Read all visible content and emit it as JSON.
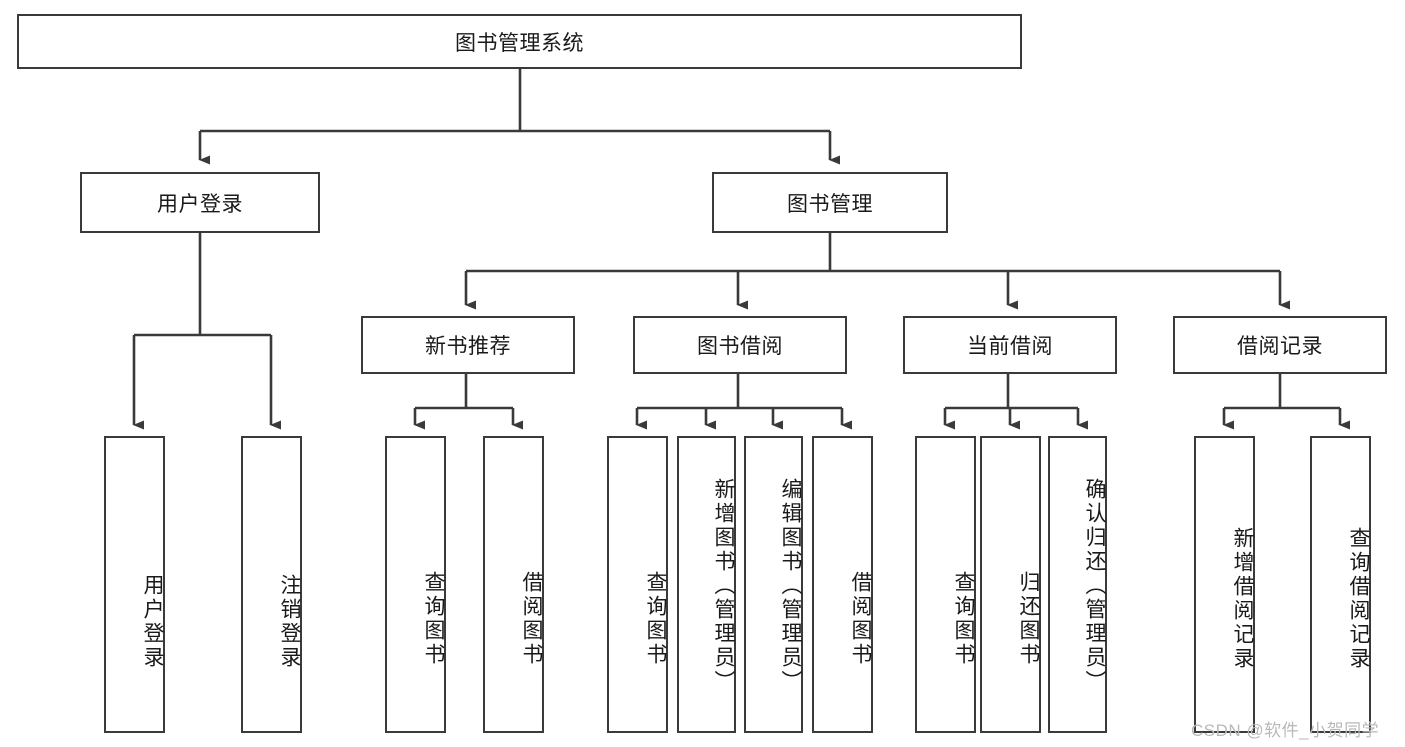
{
  "diagram": {
    "type": "tree-hierarchy",
    "title": "图书管理系统",
    "root": {
      "label": "图书管理系统"
    },
    "level2": [
      {
        "id": "user-login",
        "label": "用户登录"
      },
      {
        "id": "book-management",
        "label": "图书管理"
      }
    ],
    "level3": [
      {
        "id": "new-book-recommend",
        "label": "新书推荐",
        "parent": "book-management"
      },
      {
        "id": "book-borrow",
        "label": "图书借阅",
        "parent": "book-management"
      },
      {
        "id": "current-borrow",
        "label": "当前借阅",
        "parent": "book-management"
      },
      {
        "id": "borrow-record",
        "label": "借阅记录",
        "parent": "book-management"
      }
    ],
    "leaves": [
      {
        "id": "leaf-user-login",
        "label": "用户登录",
        "parent": "user-login"
      },
      {
        "id": "leaf-logout",
        "label": "注销登录",
        "parent": "user-login"
      },
      {
        "id": "leaf-query-book-1",
        "label": "查询图书",
        "parent": "new-book-recommend"
      },
      {
        "id": "leaf-borrow-book-1",
        "label": "借阅图书",
        "parent": "new-book-recommend"
      },
      {
        "id": "leaf-query-book-2",
        "label": "查询图书",
        "parent": "book-borrow"
      },
      {
        "id": "leaf-add-book",
        "label": "新增图书（管理员）",
        "parent": "book-borrow"
      },
      {
        "id": "leaf-edit-book",
        "label": "编辑图书（管理员）",
        "parent": "book-borrow"
      },
      {
        "id": "leaf-borrow-book-2",
        "label": "借阅图书",
        "parent": "book-borrow"
      },
      {
        "id": "leaf-query-book-3",
        "label": "查询图书",
        "parent": "current-borrow"
      },
      {
        "id": "leaf-return-book",
        "label": "归还图书",
        "parent": "current-borrow"
      },
      {
        "id": "leaf-confirm-return",
        "label": "确认归还（管理员）",
        "parent": "current-borrow"
      },
      {
        "id": "leaf-add-record",
        "label": "新增借阅记录",
        "parent": "borrow-record"
      },
      {
        "id": "leaf-query-record",
        "label": "查询借阅记录",
        "parent": "borrow-record"
      }
    ],
    "colors": {
      "stroke": "#3a3a3a",
      "fill": "#ffffff",
      "text": "#1a1a1a",
      "watermark": "#b9b9b9"
    }
  },
  "watermark": {
    "text": "CSDN @软件_小贺同学"
  }
}
